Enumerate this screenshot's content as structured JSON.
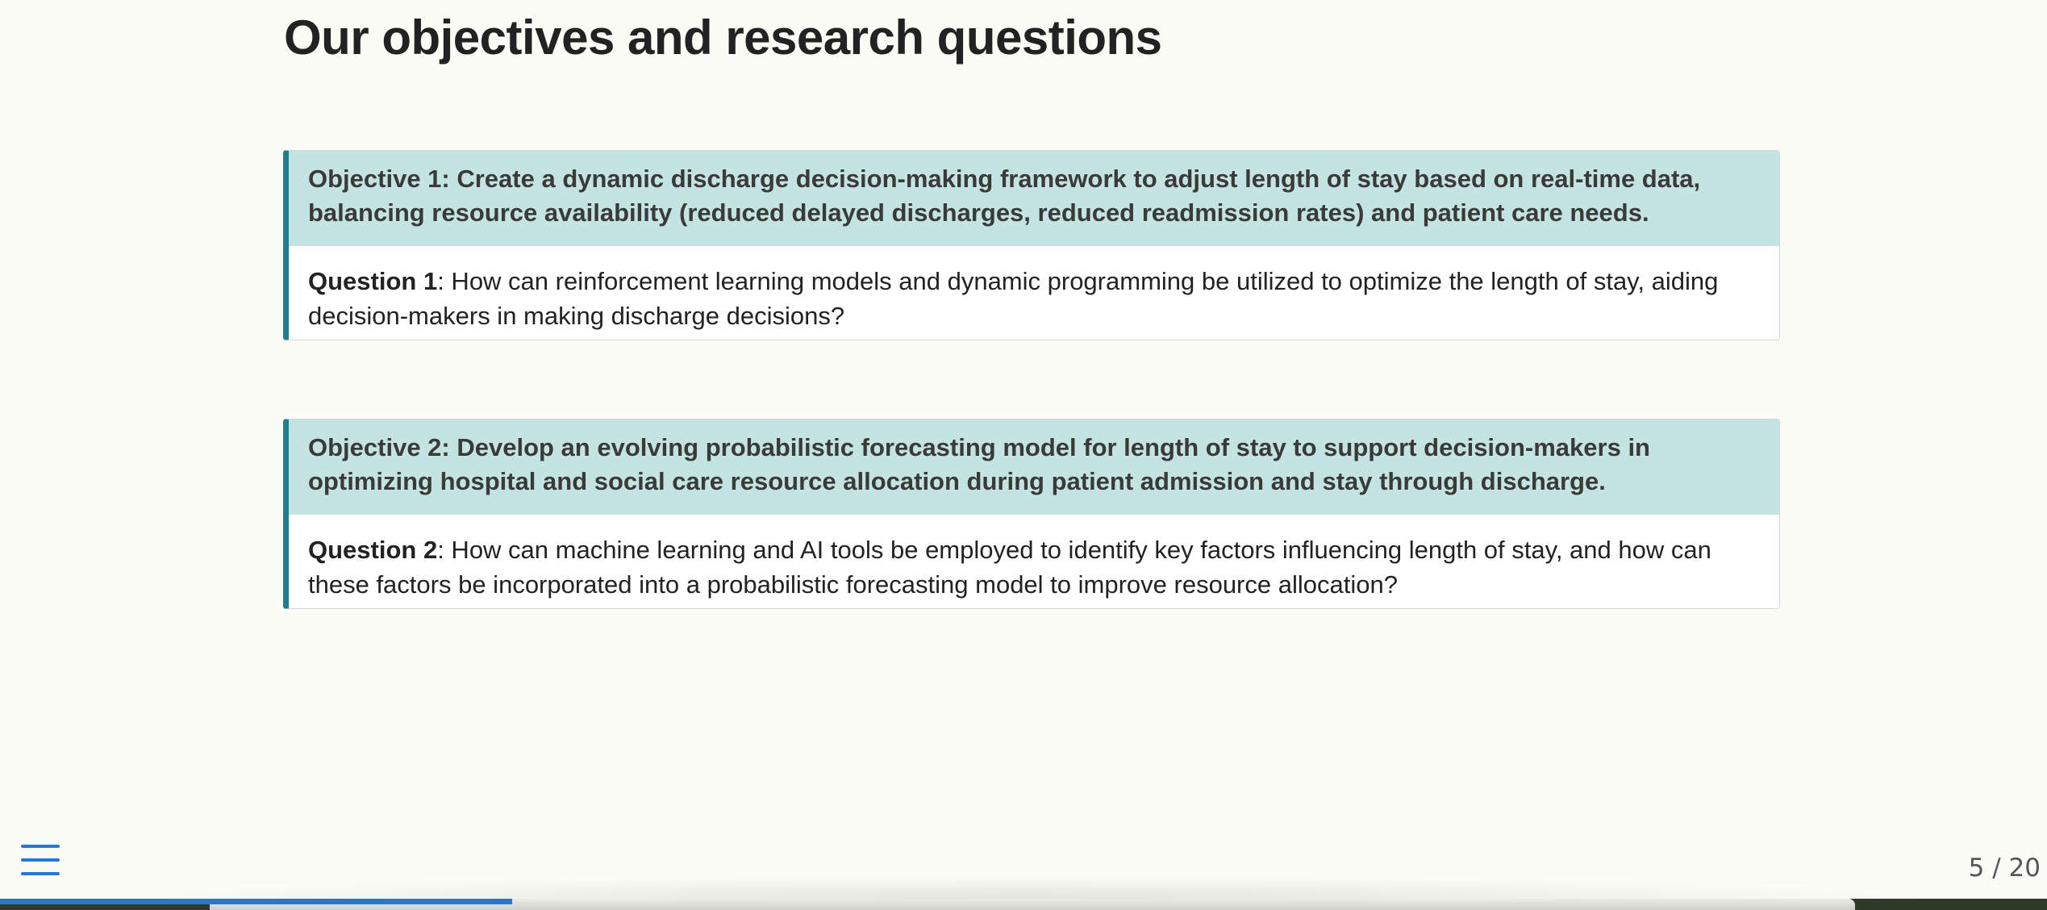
{
  "slide": {
    "title": "Our objectives and research questions",
    "callouts": [
      {
        "header": "Objective 1: Create a dynamic discharge decision-making framework to adjust length of stay based on real-time data, balancing resource availability (reduced delayed discharges, reduced readmission rates) and patient care needs.",
        "question_label": "Question 1",
        "question_text": ": How can reinforcement learning models and dynamic programming be utilized to optimize the length of stay, aiding decision-makers in making discharge decisions?"
      },
      {
        "header": "Objective 2: Develop an evolving probabilistic forecasting model for length of stay to support decision-makers in optimizing hospital and social care resource allocation during patient admission and stay through discharge.",
        "question_label": "Question 2",
        "question_text": ": How can machine learning and AI tools be employed to identify key factors influencing length of stay, and how can these factors be incorporated into a probabilistic forecasting model to improve resource allocation?"
      }
    ]
  },
  "navigation": {
    "menu_icon": "hamburger-menu-icon",
    "slide_number": "5 / 20",
    "progress": 0.25
  },
  "colors": {
    "accent": "#1e7f8a",
    "callout_header_bg": "#c4e4e1",
    "link_blue": "#2a76d2",
    "page_bg": "#fcfcf7"
  }
}
